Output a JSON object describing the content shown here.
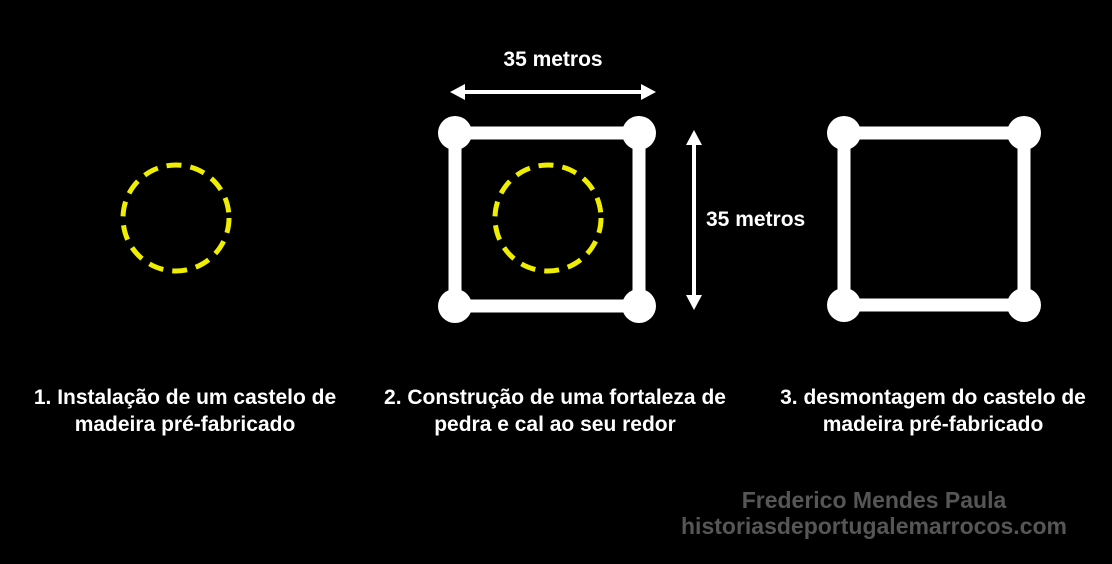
{
  "colors": {
    "background": "#000000",
    "shape-white": "#ffffff",
    "dashed-yellow": "#efed00",
    "watermark-gray": "#565656"
  },
  "dimension_labels": {
    "width": "35 metros",
    "height": "35 metros"
  },
  "steps": [
    {
      "caption_line1": "1. Instalação de um castelo de",
      "caption_line2": "madeira pré-fabricado",
      "shape": "dashed-yellow-circle"
    },
    {
      "caption_line1": "2. Construção de uma fortaleza de",
      "caption_line2": "pedra e cal ao seu redor",
      "shape": "white-square-walls-with-corner-towers-around-dashed-yellow-circle"
    },
    {
      "caption_line1": "3. desmontagem do castelo de",
      "caption_line2": "madeira pré-fabricado",
      "shape": "white-square-walls-with-corner-towers"
    }
  ],
  "watermark": {
    "author": "Frederico Mendes Paula",
    "site": "historiasdeportugalemarrocos.com"
  }
}
